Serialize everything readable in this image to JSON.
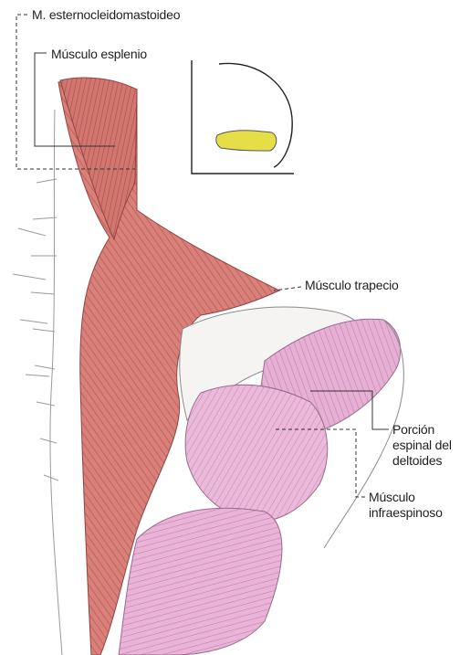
{
  "labels": {
    "sternocleidomastoid": "M. esternocleidomastoideo",
    "splenius": "Músculo esplenio",
    "trapezius": "Músculo trapecio",
    "deltoid": [
      "Porción",
      "espinal del",
      "deltoides"
    ],
    "infraspinatus": [
      "Músculo",
      "infraespinoso"
    ]
  },
  "colors": {
    "trapezius_muscle": "#d9807a",
    "trapezius_fibers": "#b55a55",
    "posterior_muscles": "#e8b2d6",
    "posterior_fibers": "#c27fae",
    "skin_outline": "#8a8a8a",
    "leader_line": "#333333",
    "inset_ear": "#e6de48"
  }
}
